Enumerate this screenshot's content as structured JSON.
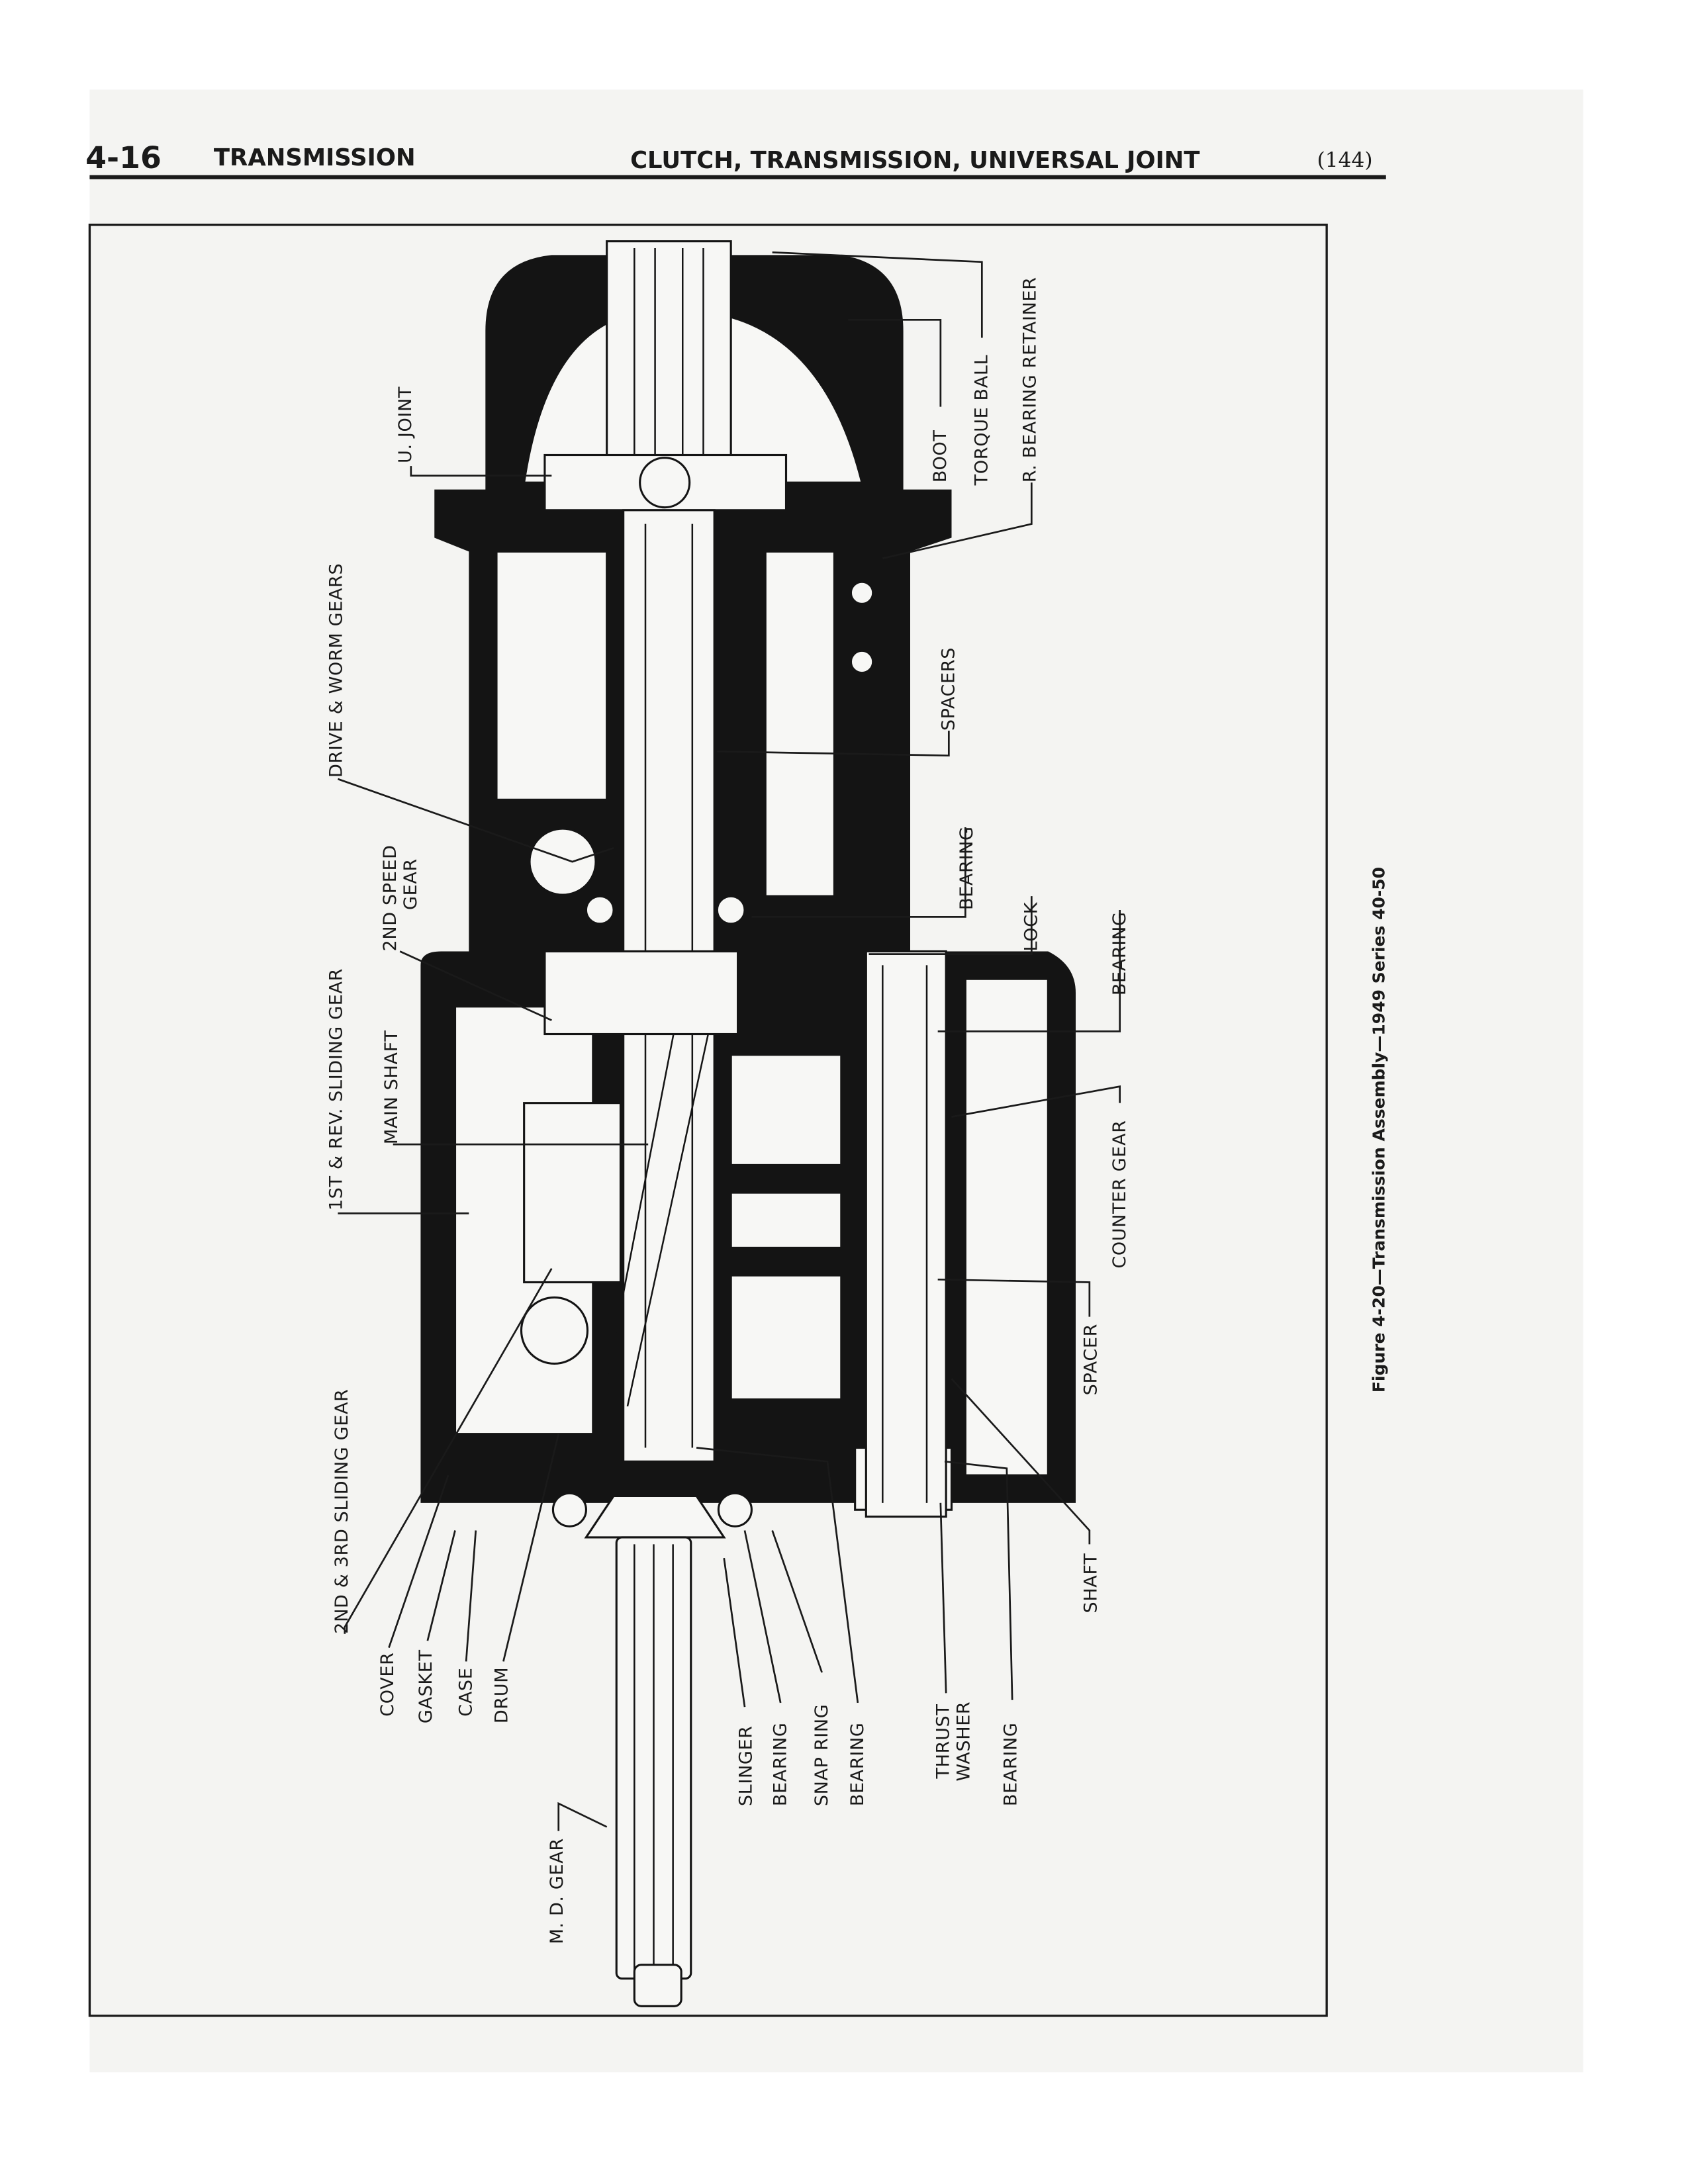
{
  "header": {
    "page_number": "4-16",
    "section": "TRANSMISSION",
    "chapter": "CLUTCH, TRANSMISSION, UNIVERSAL JOINT",
    "folio": "(144)"
  },
  "caption": "Figure 4-20—Transmission Assembly—1949 Series 40-50",
  "labels": {
    "u_joint": "U. JOINT",
    "drive_worm": "DRIVE & WORM GEARS",
    "second_speed_1": "2ND SPEED",
    "second_speed_2": "GEAR",
    "first_rev": "1ST & REV. SLIDING GEAR",
    "main_shaft": "MAIN SHAFT",
    "second_third": "2ND & 3RD SLIDING GEAR",
    "cover": "COVER",
    "gasket": "GASKET",
    "case": "CASE",
    "drum": "DRUM",
    "md_gear": "M. D. GEAR",
    "slinger": "SLINGER",
    "bearing_a": "BEARING",
    "snap_ring": "SNAP RING",
    "bearing_b": "BEARING",
    "thrust_1": "THRUST",
    "thrust_2": "WASHER",
    "bearing_c": "BEARING",
    "shaft": "SHAFT",
    "spacer": "SPACER",
    "counter_gear": "COUNTER GEAR",
    "bearing_d": "BEARING",
    "lock": "LOCK",
    "bearing_e": "BEARING",
    "spacers": "SPACERS",
    "boot": "BOOT",
    "torque_ball": "TORQUE BALL",
    "retainer": "R. BEARING RETAINER"
  }
}
